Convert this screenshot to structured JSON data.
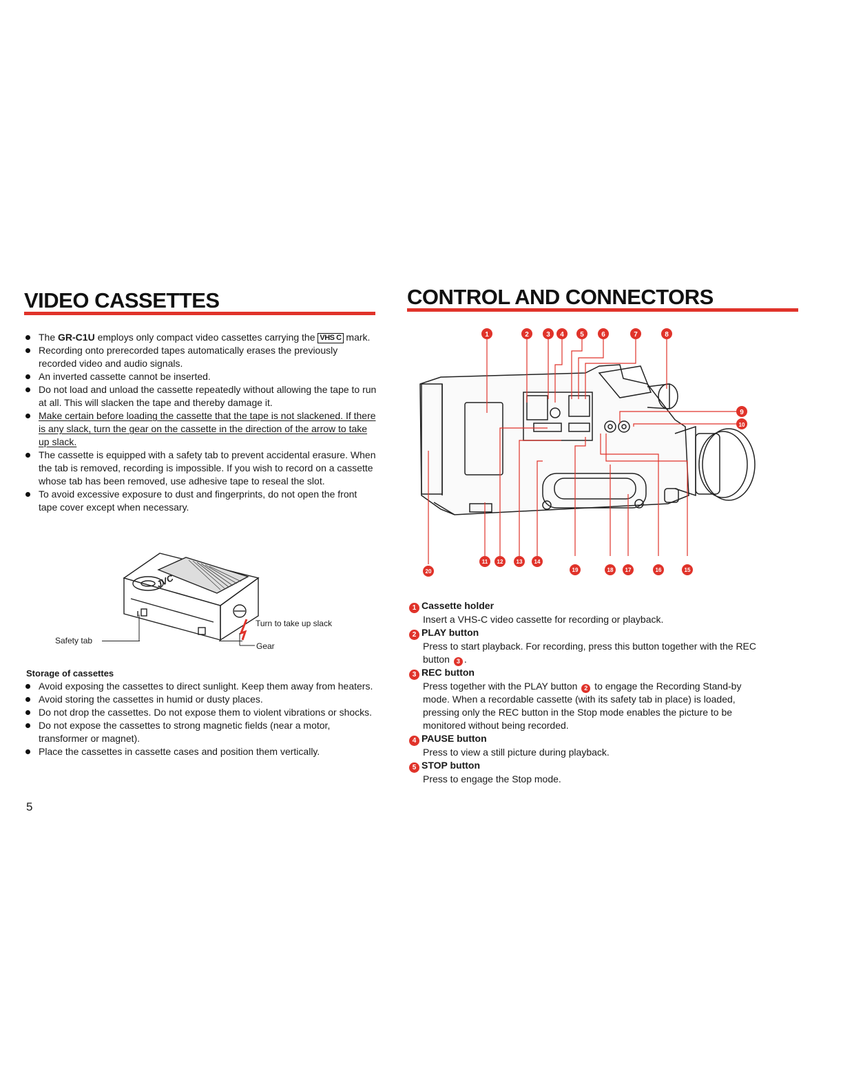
{
  "left": {
    "heading": "VIDEO CASSETTES",
    "bullets": {
      "b1_pre": "The ",
      "b1_model": "GR-C1U",
      "b1_mid": " employs only compact video cassettes carrying the ",
      "b1_logo": "VHS C",
      "b1_post": " mark.",
      "b2": "Recording onto prerecorded tapes automatically erases the previously recorded video and audio signals.",
      "b3": "An inverted cassette cannot be inserted.",
      "b4": "Do not load and unload the cassette repeatedly without allowing the tape to run at all. This will slacken the tape and thereby damage it.",
      "b5": "Make certain before loading the cassette that the tape is not slackened. If there is any slack, turn the gear on the cassette in the direction of the arrow to take up slack.",
      "b6": "The cassette is equipped with a safety tab to prevent accidental erasure. When the tab is removed, recording is impossible. If you wish to record on a cassette whose tab has been removed, use adhesive tape to reseal the slot.",
      "b7": "To avoid excessive exposure to dust and fingerprints, do not open the front tape cover except when necessary."
    },
    "figure": {
      "safety_tab": "Safety tab",
      "turn_label": "Turn to take up slack",
      "gear_label": "Gear",
      "brand": "JVC"
    },
    "storage": {
      "heading": "Storage of cassettes",
      "items": [
        "Avoid exposing the cassettes to direct sunlight. Keep them away from heaters.",
        "Avoid storing the cassettes in humid or dusty places.",
        "Do not drop the cassettes. Do not expose them to violent vibrations or shocks.",
        "Do not expose the cassettes to strong magnetic fields (near a motor, transformer or magnet).",
        "Place the cassettes in cassette cases and position them vertically."
      ]
    },
    "page_number": "5"
  },
  "right": {
    "heading": "CONTROL AND CONNECTORS",
    "callouts": [
      "1",
      "2",
      "3",
      "4",
      "5",
      "6",
      "7",
      "8",
      "9",
      "10",
      "11",
      "12",
      "13",
      "14",
      "15",
      "16",
      "17",
      "18",
      "19",
      "20"
    ],
    "items": [
      {
        "num": "1",
        "title": "Cassette holder",
        "desc": "Insert a VHS-C video cassette for recording or playback."
      },
      {
        "num": "2",
        "title": "PLAY button",
        "desc_pre": "Press to start playback. For recording, press this button together with the REC button ",
        "ref": "3",
        "desc_post": "."
      },
      {
        "num": "3",
        "title": "REC button",
        "desc_pre": "Press together with the PLAY button ",
        "ref": "2",
        "desc_post": " to engage the Recording Stand-by mode. When a recordable cassette (with its safety tab in place) is loaded, pressing only the REC button in the Stop mode enables the picture to be monitored without being recorded."
      },
      {
        "num": "4",
        "title": "PAUSE button",
        "desc": "Press to view a still picture during playback."
      },
      {
        "num": "5",
        "title": "STOP button",
        "desc": "Press to engage the Stop mode."
      }
    ]
  },
  "colors": {
    "accent": "#e0332a",
    "text": "#1a1a1a"
  }
}
